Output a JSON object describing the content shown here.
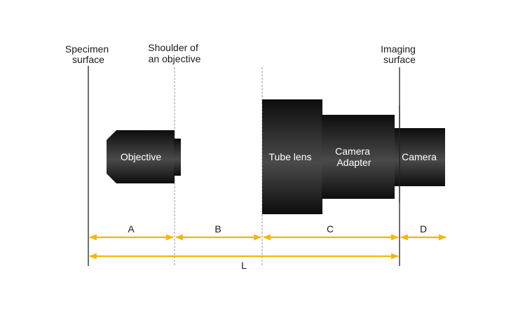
{
  "labels": {
    "specimen_surface": [
      "Specimen",
      "surface"
    ],
    "shoulder": [
      "Shoulder of",
      "an objective"
    ],
    "imaging_surface": [
      "Imaging",
      "surface"
    ]
  },
  "components": {
    "objective": [
      "Objective"
    ],
    "tube_lens": [
      "Tube lens"
    ],
    "camera_adapter": [
      "Camera",
      "Adapter"
    ],
    "camera": [
      "Camera"
    ]
  },
  "dimensions": {
    "a": "A",
    "b": "B",
    "c": "C",
    "d": "D",
    "l": "L"
  },
  "colors": {
    "arrow": "#f2b705",
    "body_dark": "#0d0d0d",
    "body_light": "#4a4a4a",
    "solid_line": "#222222",
    "dashed_line": "#999999"
  }
}
